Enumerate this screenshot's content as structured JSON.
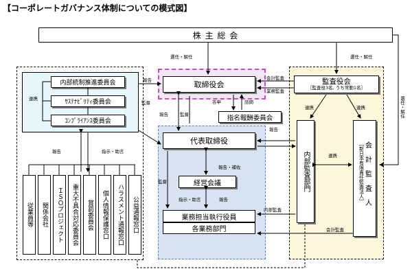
{
  "title": "【コーポレートガバナンス体制についての模式図】",
  "shareholders": "株 主 総 会",
  "board": "取締役会",
  "nomination": "指名報酬委員会",
  "ceo": "代表取締役",
  "management_meeting": "経営会議",
  "exec_officers": "業務担当執行役員",
  "departments": "各業務部門",
  "kansayaku": "監査役会",
  "kansayaku_note": "［監査役3名, うち常勤1名］",
  "internal_audit": "内部監査部門",
  "auditor_title": "会 計 監 査 人",
  "auditor_firm": "［新日本有限責任監査法人］",
  "committees": [
    "内部統制推進委員会",
    "ｻｽﾃﾅﾋﾞﾘﾃｨ委員会",
    "ｺﾝﾌﾟﾗｲｱﾝｽ委員会"
  ],
  "bottom_items": [
    "従業員等",
    "関係会社",
    "ＩＳＯプロジェクト",
    "重大不具合対応委員会",
    "賞罰委員会",
    "個人情報保護窓口",
    "ハラスメント通報窓口",
    "公益通報窓口"
  ],
  "labels": {
    "elect1": "選任・解任",
    "elect2": "選任・解任",
    "elect3": "選任・解任",
    "renkei_left": "連携",
    "houkoku1": "報告",
    "acct_audit1": "会計監査",
    "business_audit": "業務監査",
    "kantoku1": "監督",
    "houkoku2": "報告",
    "kantoku2": "監督",
    "toshin": "答申",
    "shimon": "諮問",
    "renkei_k1": "連携",
    "renkei_k2": "連携",
    "houkoku3": "報告",
    "houkoku4": "報告",
    "shiji1": "指示・助言",
    "houkoku_hosa": "報告・補佐",
    "kantoku3": "監督",
    "shiji2": "指示・助言",
    "houkoku5": "報告",
    "renkei_mid": "連携",
    "internal_audit_lbl": "内部監査",
    "acct_audit2": "会計監査"
  }
}
